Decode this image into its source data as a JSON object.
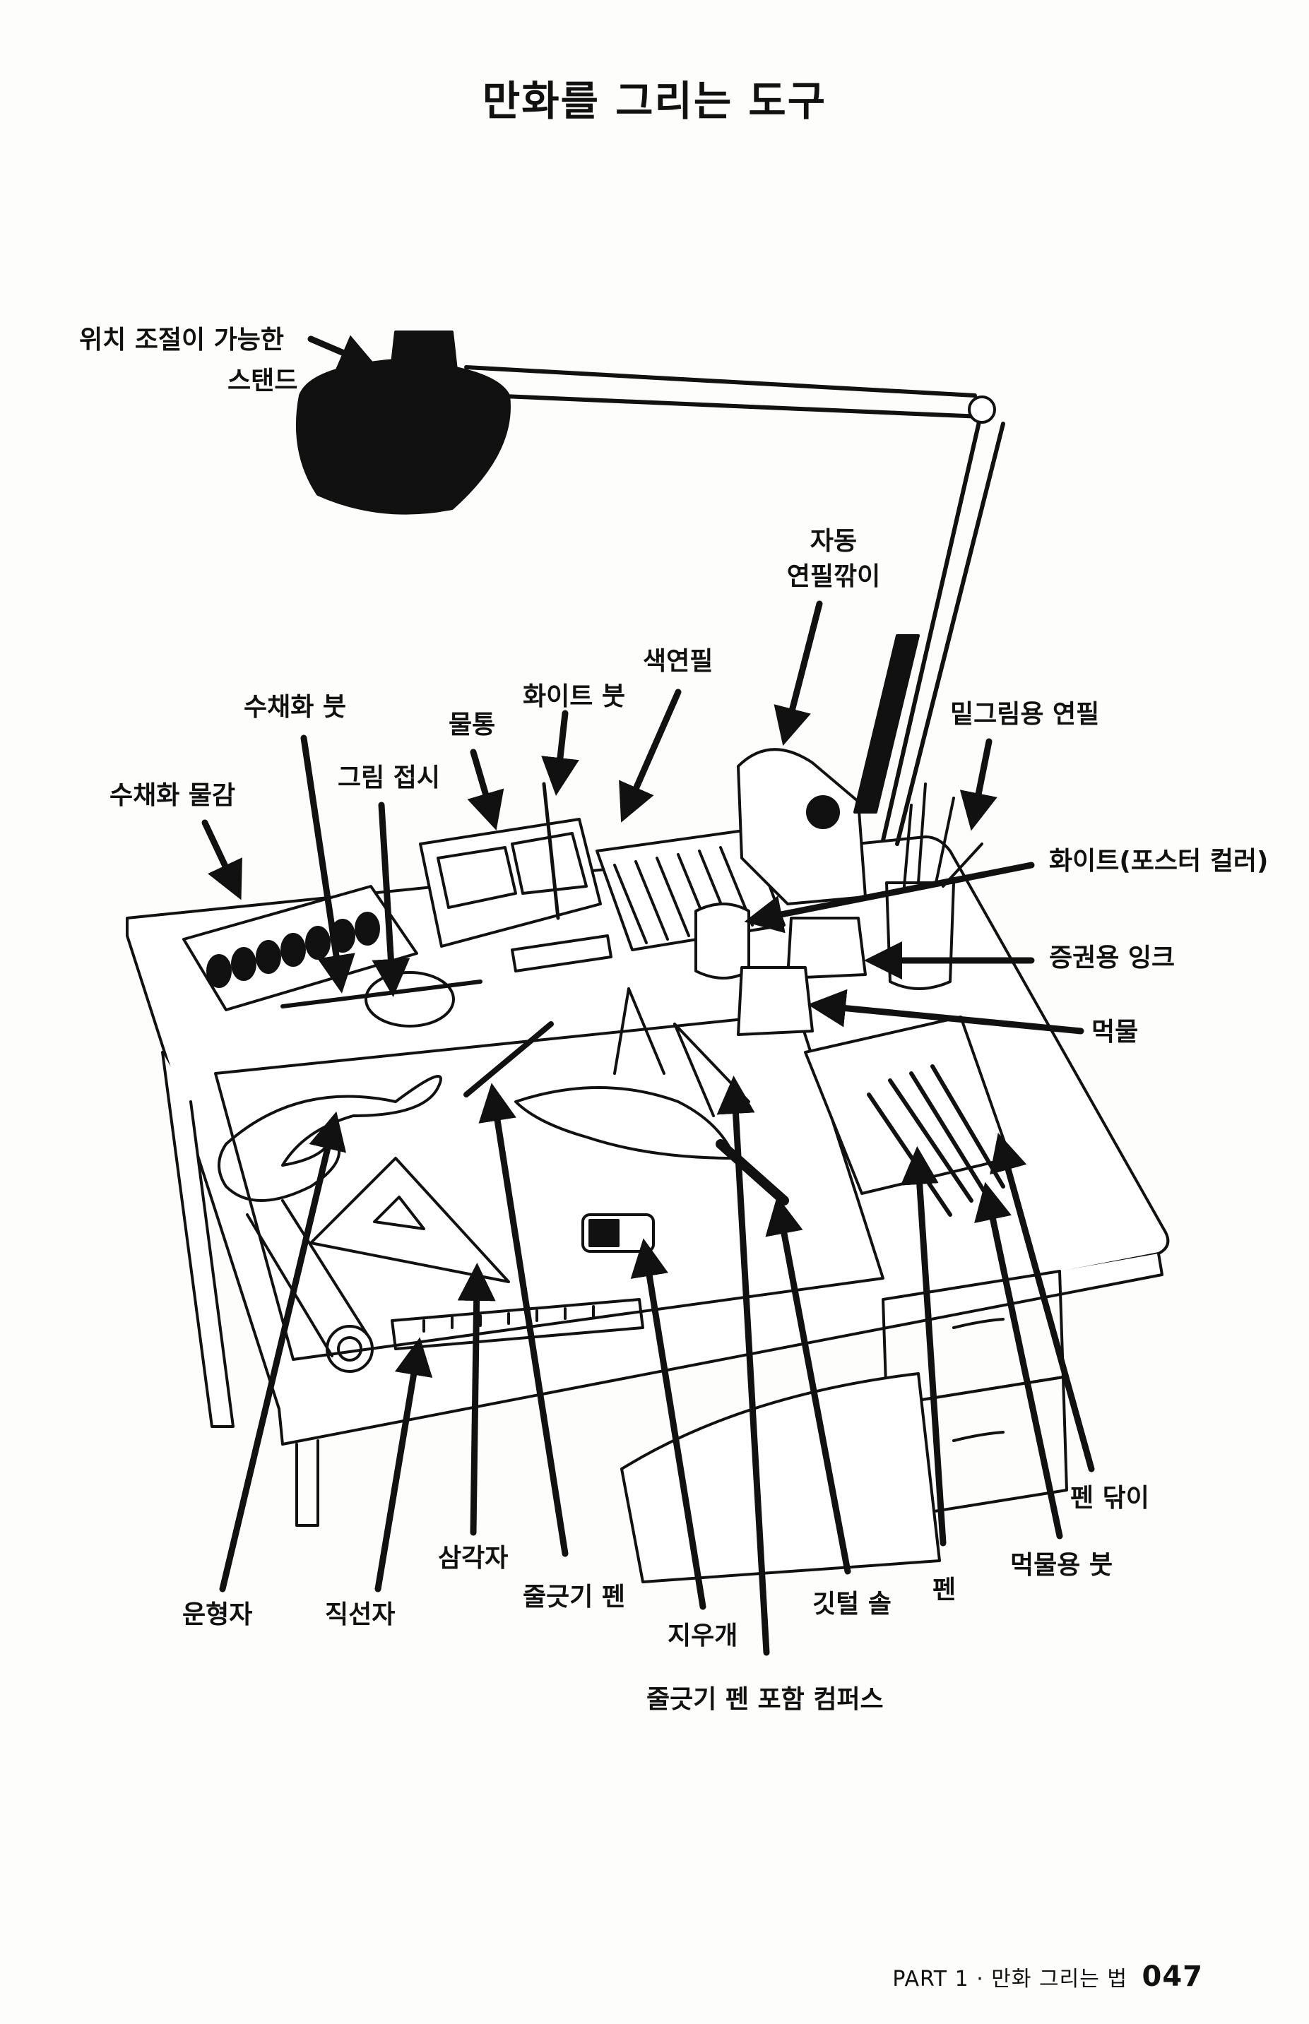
{
  "page_title": "만화를 그리는 도구",
  "labels": {
    "lamp_line1": "위치 조절이 가능한",
    "lamp_line2": "스탠드",
    "sharpener_line1": "자동",
    "sharpener_line2": "연필깎이",
    "colored_pencil": "색연필",
    "white_brush": "화이트 붓",
    "water_bucket": "물통",
    "watercolor_brush": "수채화 붓",
    "paint_dish": "그림 접시",
    "watercolor_paint": "수채화 물감",
    "sketch_pencil": "밑그림용 연필",
    "white_poster": "화이트(포스터 컬러)",
    "securities_ink": "증권용 잉크",
    "ink": "먹물",
    "pen_wiper": "펜 닦이",
    "ink_brush": "먹물용 붓",
    "pen": "펜",
    "feather_brush": "깃털 솔",
    "compass": "줄긋기 펜 포함 컴퍼스",
    "eraser": "지우개",
    "ruling_pen": "줄긋기 펜",
    "triangle": "삼각자",
    "straight_ruler": "직선자",
    "curve_ruler": "운형자"
  },
  "footer": {
    "section": "PART 1 · 만화 그리는 법",
    "page_number": "047"
  }
}
